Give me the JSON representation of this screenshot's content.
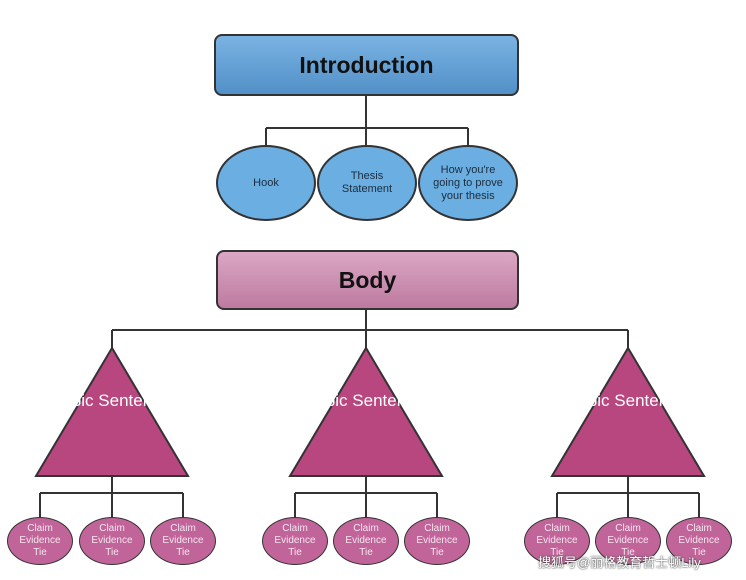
{
  "introduction": {
    "title": "Introduction",
    "children": [
      "Hook",
      "Thesis Statement",
      "How you're going to prove your thesis"
    ]
  },
  "body": {
    "title": "Body",
    "topics": [
      {
        "label": "Topic Sentence",
        "children": [
          [
            "Claim",
            "Evidence",
            "Tie"
          ],
          [
            "Claim",
            "Evidence",
            "Tie"
          ],
          [
            "Claim",
            "Evidence",
            "Tie"
          ]
        ]
      },
      {
        "label": "Topic Sentence",
        "children": [
          [
            "Claim",
            "Evidence",
            "Tie"
          ],
          [
            "Claim",
            "Evidence",
            "Tie"
          ],
          [
            "Claim",
            "Evidence",
            "Tie"
          ]
        ]
      },
      {
        "label": "Topic Sentence",
        "children": [
          [
            "Claim",
            "Evidence",
            "Tie"
          ],
          [
            "Claim",
            "Evidence",
            "Tie"
          ],
          [
            "Claim",
            "Evidence",
            "Tie"
          ]
        ]
      }
    ]
  },
  "watermark": "搜狐号@丽格教育哲士顿Lily",
  "colors": {
    "intro_fill": "#5f9fd6",
    "ellipse_fill": "#6baee2",
    "body_fill": "#c98bb0",
    "triangle_fill": "#b8467f",
    "small_ellipse_fill": "#c0649a",
    "stroke": "#333333"
  }
}
